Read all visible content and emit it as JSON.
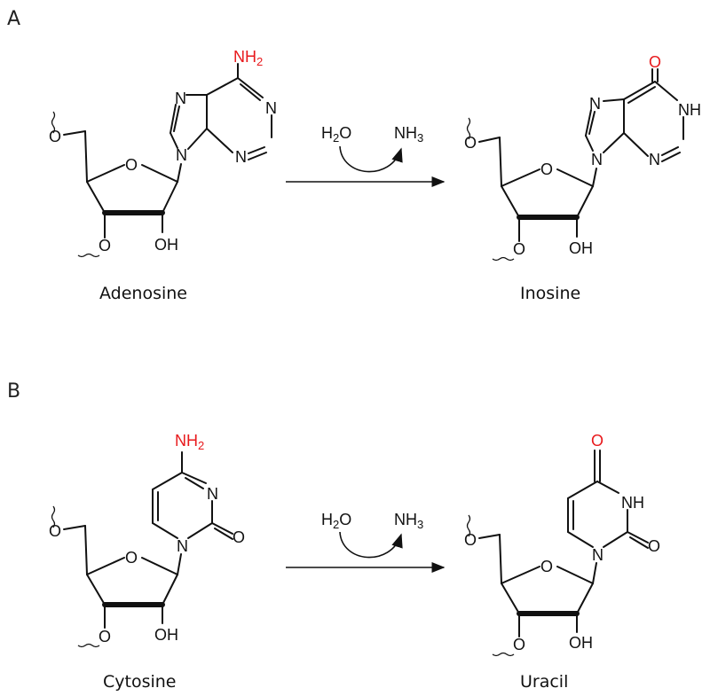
{
  "colors": {
    "ink": "#111111",
    "highlight": "#e8191c"
  },
  "panels": [
    {
      "letter": "A",
      "reactant": {
        "name": "Adenosine",
        "group": "NH",
        "group_sub": "2",
        "ring_n1": "N",
        "ring_n2": "N",
        "ring_n3": "N",
        "ring_n4": "N",
        "ring_o": "O",
        "sugar_o5": "O",
        "sugar_o3": "O",
        "oh": "OH"
      },
      "product": {
        "name": "Inosine",
        "group": "O",
        "nh": "NH",
        "ring_n1": "N",
        "ring_n2": "N",
        "ring_n3": "N",
        "ring_o": "O",
        "sugar_o5": "O",
        "sugar_o3": "O",
        "oh": "OH"
      },
      "reagents": {
        "water": "H",
        "water_sub": "2",
        "water_o": "O",
        "ammonia": "NH",
        "ammonia_sub": "3"
      }
    },
    {
      "letter": "B",
      "reactant": {
        "name": "Cytosine",
        "group": "NH",
        "group_sub": "2",
        "ring_n1": "N",
        "ring_n2": "N",
        "carbonyl": "O",
        "ring_o": "O",
        "sugar_o5": "O",
        "sugar_o3": "O",
        "oh": "OH"
      },
      "product": {
        "name": "Uracil",
        "group": "O",
        "nh": "NH",
        "ring_n1": "N",
        "carbonyl": "O",
        "ring_o": "O",
        "sugar_o5": "O",
        "sugar_o3": "O",
        "oh": "OH"
      },
      "reagents": {
        "water": "H",
        "water_sub": "2",
        "water_o": "O",
        "ammonia": "NH",
        "ammonia_sub": "3"
      }
    }
  ]
}
